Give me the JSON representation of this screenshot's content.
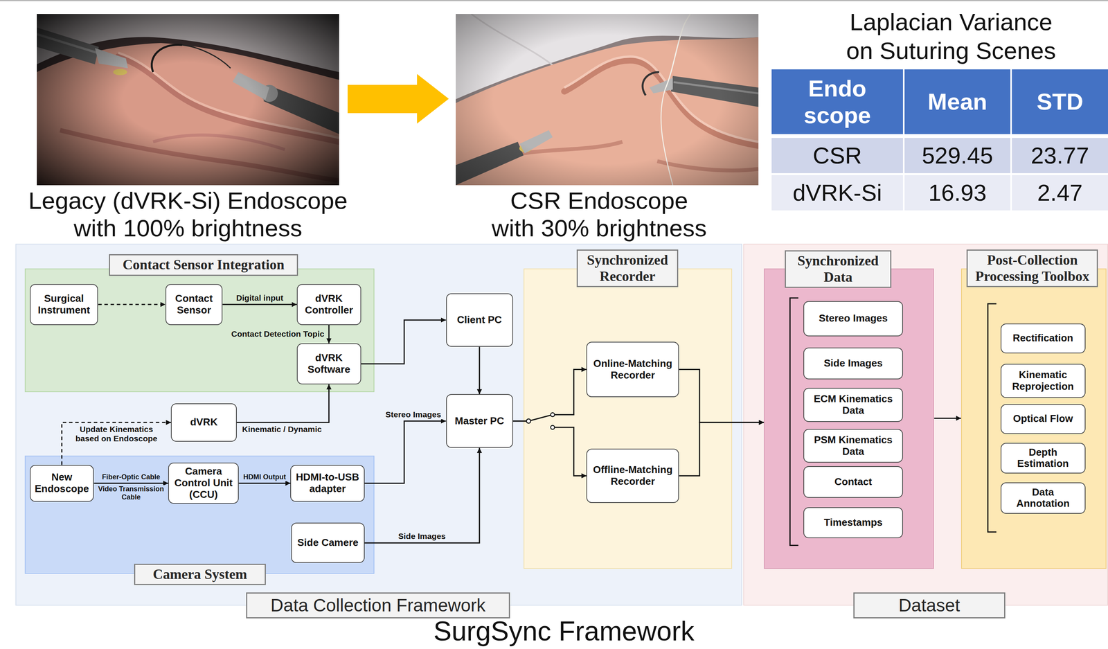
{
  "diagram": {
    "caption": "SurgSync Framework",
    "nodes": [
      {
        "text": [
          "Data Collection Framework"
        ]
      },
      {
        "text": [
          "Contact Sensor Integration"
        ],
        "in": 0
      },
      {
        "text": [
          "Surgical Instrument"
        ],
        "in": 1
      },
      {
        "text": [
          "Contact Sensor"
        ],
        "in": 1
      },
      {
        "text": [
          "dVRK Controller"
        ],
        "in": 1
      },
      {
        "text": [
          "dVRK Software"
        ],
        "in": 1
      },
      {
        "text": [
          "Client PC"
        ],
        "in": 0
      },
      {
        "text": [
          "dVRK"
        ],
        "in": 0
      },
      {
        "text": [
          "Master PC"
        ],
        "in": 0
      },
      {
        "text": [
          "Camera System"
        ],
        "in": 0
      },
      {
        "text": [
          "New Endoscope"
        ],
        "in": 9
      },
      {
        "text": [
          "Camera Control Unit (CCU)"
        ],
        "in": 9
      },
      {
        "text": [
          "HDMI-to-USB adapter"
        ],
        "in": 9
      },
      {
        "text": [
          "Side Camere"
        ],
        "in": 9
      },
      {
        "text": [
          "Synchronized Recorder"
        ],
        "in": 0
      },
      {
        "text": [
          "Online-Matching Recorder"
        ],
        "in": 14
      },
      {
        "text": [
          "Offline-Matching Recorder"
        ],
        "in": 14
      },
      {
        "text": [
          "Dataset"
        ]
      },
      {
        "text": [
          "Synchronized Data"
        ],
        "in": 17
      },
      {
        "text": [
          "Stereo Images"
        ],
        "in": 18
      },
      {
        "text": [
          "Side Images"
        ],
        "in": 18
      },
      {
        "text": [
          "ECM Kinematics Data"
        ],
        "in": 18
      },
      {
        "text": [
          "PSM Kinematics Data"
        ],
        "in": 18
      },
      {
        "text": [
          "Contact"
        ],
        "in": 18
      },
      {
        "text": [
          "Timestamps"
        ],
        "in": 18
      },
      {
        "text": [
          "Post-Collection Processing Toolbox"
        ],
        "in": 17
      },
      {
        "text": [
          "Rectification"
        ],
        "in": 25
      },
      {
        "text": [
          "Kinematic Reprojection"
        ],
        "in": 25
      },
      {
        "text": [
          "Optical Flow"
        ],
        "in": 25
      },
      {
        "text": [
          "Depth Estimation"
        ],
        "in": 25
      },
      {
        "text": [
          "Data Annotation"
        ],
        "in": 25
      }
    ],
    "edges": [
      {
        "from": 2,
        "to": 3,
        "arrow": "to"
      },
      {
        "from": 3,
        "to": 4,
        "label": "Digital input",
        "arrow": "to"
      },
      {
        "from": 4,
        "to": 5,
        "label": "Contact Detection Topic",
        "arrow": "to"
      },
      {
        "from": 5,
        "to": 6,
        "arrow": "to"
      },
      {
        "from": 6,
        "to": 8,
        "arrow": "to"
      },
      {
        "from": 7,
        "to": 5,
        "label": "Kinematic / Dynamic",
        "arrow": "to"
      },
      {
        "from": 10,
        "to": 7,
        "label": "Update Kinematics based on Endoscope",
        "arrow": "to"
      },
      {
        "from": 10,
        "to": 11,
        "label": "Fiber-Optic Cable",
        "arrow": "to"
      },
      {
        "from": 11,
        "to": 12,
        "label": "HDMI Output",
        "arrow": "to"
      },
      {
        "from": 12,
        "to": 8,
        "label": "Stereo Images",
        "arrow": "to"
      },
      {
        "from": 13,
        "to": 8,
        "label": "Side Images",
        "arrow": "to"
      },
      {
        "from": 8,
        "to": 15,
        "arrow": "to"
      },
      {
        "from": 8,
        "to": 16,
        "arrow": "to"
      },
      {
        "from": 15,
        "to": 18,
        "arrow": "to"
      },
      {
        "from": 16,
        "to": 18,
        "arrow": "to"
      },
      {
        "from": 18,
        "to": 25,
        "arrow": "to"
      }
    ],
    "labels": [
      "Legacy (dVRK-Si) Endoscope with 100% brightness",
      "CSR Endoscope with 30% brightness",
      "Laplacian Variance on Suturing Scenes",
      "Endo scope",
      "Mean",
      "STD",
      "CSR",
      "529.45",
      "23.77",
      "dVRK-Si",
      "16.93",
      "2.47",
      "Video Transmission Cable"
    ]
  }
}
